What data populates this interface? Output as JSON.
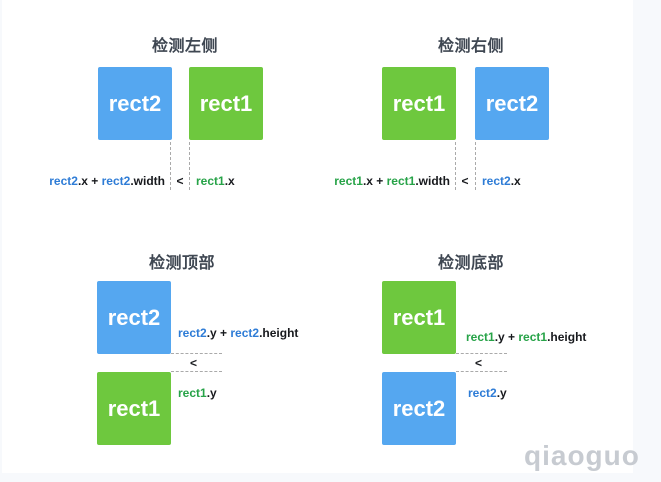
{
  "colors": {
    "page_margin": "#f7f9fc",
    "canvas": "#ffffff",
    "square_blue": "#55a7f0",
    "square_green": "#6ec83e",
    "square_label": "#ffffff",
    "title": "#3f4752",
    "text_blue": "#2e7cd6",
    "text_green": "#27a348",
    "text_dark": "#17191d",
    "dash": "#aaaaaa",
    "watermark": "#c7cbd1"
  },
  "watermark": "qiaoguo",
  "panels": [
    {
      "title": "检测左侧",
      "layout": "horizontal",
      "squares": [
        {
          "label": "rect2",
          "color": "square_blue"
        },
        {
          "label": "rect1",
          "color": "square_green"
        }
      ],
      "formula": {
        "lhs": [
          {
            "t": "rect2",
            "c": "text_blue"
          },
          {
            "t": ".x",
            "c": "text_dark"
          },
          {
            "t": " + ",
            "c": "text_dark"
          },
          {
            "t": "rect2",
            "c": "text_blue"
          },
          {
            "t": ".width",
            "c": "text_dark"
          }
        ],
        "op": "<",
        "rhs": [
          {
            "t": "rect1",
            "c": "text_green"
          },
          {
            "t": ".x",
            "c": "text_dark"
          }
        ]
      }
    },
    {
      "title": "检测右侧",
      "layout": "horizontal",
      "squares": [
        {
          "label": "rect1",
          "color": "square_green"
        },
        {
          "label": "rect2",
          "color": "square_blue"
        }
      ],
      "formula": {
        "lhs": [
          {
            "t": "rect1",
            "c": "text_green"
          },
          {
            "t": ".x",
            "c": "text_dark"
          },
          {
            "t": " + ",
            "c": "text_dark"
          },
          {
            "t": "rect1",
            "c": "text_green"
          },
          {
            "t": ".width",
            "c": "text_dark"
          }
        ],
        "op": "<",
        "rhs": [
          {
            "t": "rect2",
            "c": "text_blue"
          },
          {
            "t": ".x",
            "c": "text_dark"
          }
        ]
      }
    },
    {
      "title": "检测顶部",
      "layout": "vertical",
      "squares": [
        {
          "label": "rect2",
          "color": "square_blue"
        },
        {
          "label": "rect1",
          "color": "square_green"
        }
      ],
      "formula": {
        "lhs": [
          {
            "t": "rect2",
            "c": "text_blue"
          },
          {
            "t": ".y",
            "c": "text_dark"
          },
          {
            "t": " + ",
            "c": "text_dark"
          },
          {
            "t": "rect2",
            "c": "text_blue"
          },
          {
            "t": ".height",
            "c": "text_dark"
          }
        ],
        "op": "<",
        "rhs": [
          {
            "t": "rect1",
            "c": "text_green"
          },
          {
            "t": ".y",
            "c": "text_dark"
          }
        ]
      }
    },
    {
      "title": "检测底部",
      "layout": "vertical",
      "squares": [
        {
          "label": "rect1",
          "color": "square_green"
        },
        {
          "label": "rect2",
          "color": "square_blue"
        }
      ],
      "formula": {
        "lhs": [
          {
            "t": "rect1",
            "c": "text_green"
          },
          {
            "t": ".y",
            "c": "text_dark"
          },
          {
            "t": " + ",
            "c": "text_dark"
          },
          {
            "t": "rect1",
            "c": "text_green"
          },
          {
            "t": ".height",
            "c": "text_dark"
          }
        ],
        "op": "<",
        "rhs": [
          {
            "t": "rect2",
            "c": "text_blue"
          },
          {
            "t": ".y",
            "c": "text_dark"
          }
        ]
      }
    }
  ]
}
